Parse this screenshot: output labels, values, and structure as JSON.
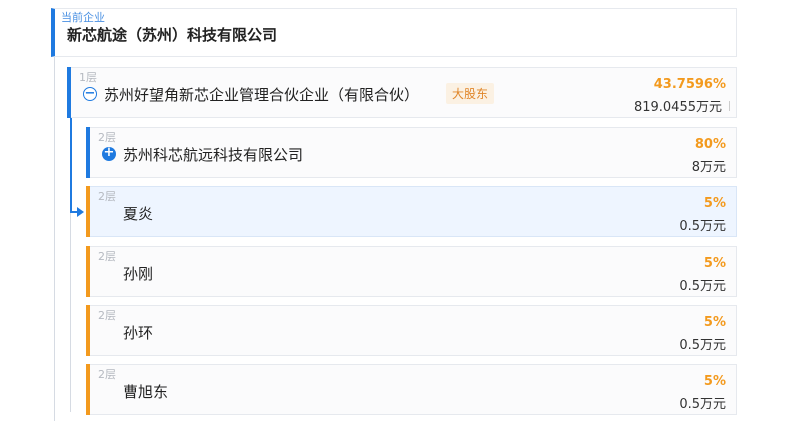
{
  "current": {
    "tag": "当前企业",
    "name": "新芯航途（苏州）科技有限公司"
  },
  "level1": {
    "layer": "1层",
    "name": "苏州好望角新芯企业管理合伙企业（有限合伙）",
    "badge": "大股东",
    "percent": "43.7596%",
    "amount": "819.0455万元",
    "expand_icon": "minus-circle-icon",
    "accent": "#1f7ae0"
  },
  "level2": [
    {
      "layer": "2层",
      "name": "苏州科芯航远科技有限公司",
      "percent": "80%",
      "amount": "8万元",
      "icon": "plus-circle-icon"
    },
    {
      "layer": "2层",
      "name": "夏炎",
      "percent": "5%",
      "amount": "0.5万元"
    },
    {
      "layer": "2层",
      "name": "孙刚",
      "percent": "5%",
      "amount": "0.5万元"
    },
    {
      "layer": "2层",
      "name": "孙环",
      "percent": "5%",
      "amount": "0.5万元"
    },
    {
      "layer": "2层",
      "name": "曹旭东",
      "percent": "5%",
      "amount": "0.5万元"
    }
  ],
  "colors": {
    "primary": "#1f7ae0",
    "percent": "#f39a1e",
    "badge_bg": "#fbf1e3"
  }
}
